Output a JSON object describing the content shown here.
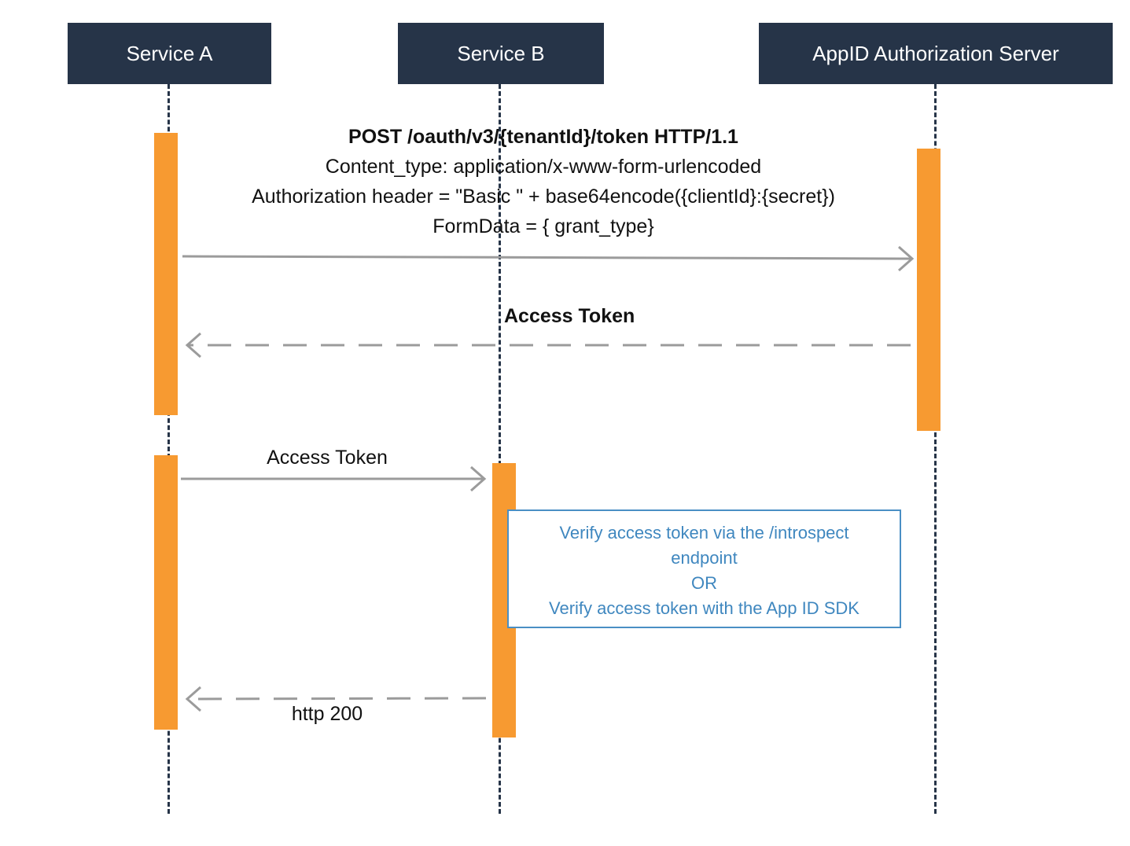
{
  "actors": {
    "service_a": "Service A",
    "service_b": "Service B",
    "appid": "AppID Authorization Server"
  },
  "messages": {
    "request": {
      "line1": "POST /oauth/v3/{tenantId}/token HTTP/1.1",
      "line2": "Content_type: application/x-www-form-urlencoded",
      "line3": "Authorization header = \"Basic \" + base64encode({clientId}:{secret})",
      "line4": "FormData = { grant_type}"
    },
    "token_response": "Access Token",
    "token_forward": "Access Token",
    "http_response": "http 200"
  },
  "note": {
    "line1": "Verify access token via the /introspect",
    "line2": "endpoint",
    "line3": "OR",
    "line4": "Verify access token with the App ID SDK"
  },
  "colors": {
    "actor_bg": "#263448",
    "activation": "#f79a31",
    "arrow": "#9b9b9b",
    "note_border": "#4a8fc4",
    "note_text": "#3f87bf"
  }
}
